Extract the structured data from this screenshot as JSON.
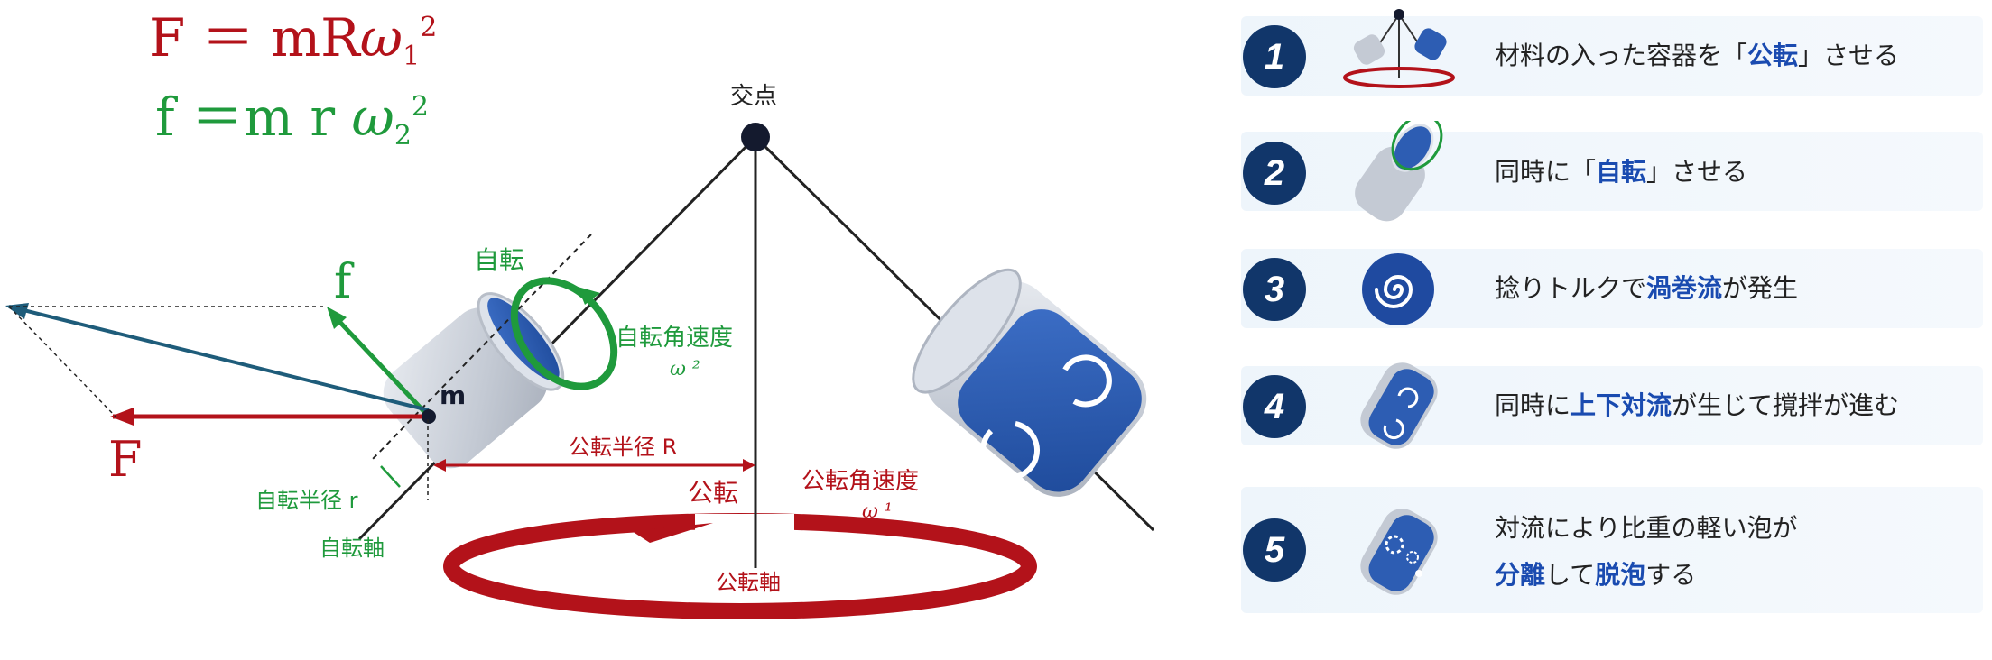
{
  "formula": {
    "big_F": "F ＝ mR",
    "big_omega": "ω",
    "big_sub": "1",
    "big_sup": "2",
    "small_f": "f ＝m r ",
    "small_omega": "ω",
    "small_sub": "2",
    "small_sup": "2"
  },
  "labels": {
    "intersection": "交点",
    "rotation": "自転",
    "rotation_speed": "自転角速度",
    "rotation_speed_sym": "ω ²",
    "mass": "m",
    "force_f": "f",
    "force_F": "F",
    "revolution_radius": "公転半径 R",
    "revolution": "公転",
    "revolution_speed": "公転角速度",
    "revolution_speed_sym": "ω ¹",
    "rotation_radius": "自転半径 r",
    "rotation_axis": "自転軸",
    "revolution_axis": "公転軸"
  },
  "steps": [
    {
      "num": "1",
      "icon": "revolution-icon",
      "pre": "材料の入った容器を「",
      "hl": "公転",
      "post": "」させる"
    },
    {
      "num": "2",
      "icon": "rotation-icon",
      "pre": "同時に「",
      "hl": "自転",
      "post": "」させる"
    },
    {
      "num": "3",
      "icon": "vortex-icon",
      "pre": "捻りトルクで",
      "hl": "渦巻流",
      "post": "が発生"
    },
    {
      "num": "4",
      "icon": "convection-icon",
      "pre": "同時に",
      "hl": "上下対流",
      "post": "が生じて撹拌が進む"
    },
    {
      "num": "5",
      "icon": "bubble-separation-icon",
      "line1": "対流により比重の軽い泡が",
      "hl1": "分離",
      "mid": "して",
      "hl2": "脱泡",
      "post": "する"
    }
  ],
  "colors": {
    "force_F": "#b3121a",
    "force_f": "#1f9a3c",
    "resultant": "#1e5c7a",
    "navy": "#11366a",
    "container_blue": "#2d5db3"
  }
}
